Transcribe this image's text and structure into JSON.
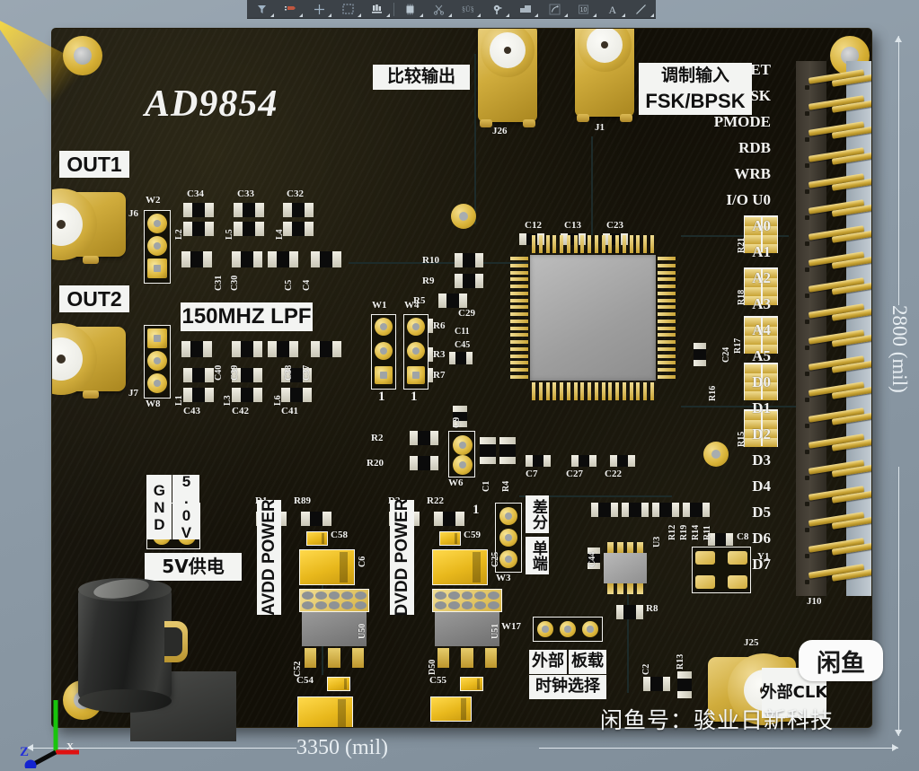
{
  "toolbar": {
    "items": [
      {
        "name": "filter-icon",
        "label": "Filter"
      },
      {
        "name": "mask-icon",
        "label": "Mask"
      },
      {
        "name": "crosshair-icon",
        "label": "Crosshair"
      },
      {
        "name": "selection-box-icon",
        "label": "Area Select"
      },
      {
        "name": "layers-icon",
        "label": "Layers"
      },
      {
        "name": "component-icon",
        "label": "Place Component"
      },
      {
        "name": "scissors-icon",
        "label": "Cut Track"
      },
      {
        "name": "via-icon",
        "label": "Place Via"
      },
      {
        "name": "pad-icon",
        "label": "Place Pad"
      },
      {
        "name": "polygon-icon",
        "label": "Polygon Pour"
      },
      {
        "name": "arc-icon",
        "label": "Arc"
      },
      {
        "name": "dimension-icon",
        "label": "10"
      },
      {
        "name": "text-icon",
        "label": "A"
      },
      {
        "name": "line-icon",
        "label": "Line"
      }
    ]
  },
  "board": {
    "title": "AD9854",
    "labels": {
      "out1": "OUT1",
      "out2": "OUT2",
      "compare_output": "比较输出",
      "modulation_input_cn": "调制输入",
      "modulation_input_en": "FSK/BPSK",
      "lpf": "150MHZ LPF",
      "avdd_power": "AVDD POWER",
      "dvdd_power": "DVDD POWER",
      "gnd": "GND",
      "v50": "5.0V",
      "supply_5v": "5V供电",
      "diff": "差分",
      "single_end": "单端",
      "clock_external": "外部",
      "clock_onboard": "板载",
      "clock_select": "时钟选择",
      "ext_clk": "外部CLK"
    },
    "designators": {
      "connectors": [
        "J26",
        "J1",
        "J6",
        "J7",
        "J10",
        "J25"
      ],
      "jumpers": [
        "W2",
        "W8",
        "W1",
        "W4",
        "W6",
        "W3",
        "W17"
      ],
      "top_caps": [
        "C34",
        "C33",
        "C32"
      ],
      "top_inductors": [
        "L2",
        "L5",
        "L4"
      ],
      "mid_caps": [
        "C31",
        "C30",
        "C5",
        "C4"
      ],
      "low_caps": [
        "C40",
        "C39",
        "C38",
        "C37"
      ],
      "low_inductors": [
        "L1",
        "L3",
        "L6"
      ],
      "bottom_caps": [
        "C43",
        "C42",
        "C41"
      ],
      "ic_top_caps": [
        "C12",
        "C13",
        "C23"
      ],
      "ic_bottom_caps": [
        "C7",
        "C27",
        "C22"
      ],
      "left_resistors": [
        "R10",
        "R9",
        "R5",
        "R6",
        "R3",
        "R7",
        "R2",
        "R20",
        "R4"
      ],
      "left_caps": [
        "C29",
        "C11",
        "C45",
        "C9",
        "C1"
      ],
      "right_resistor_nets": [
        "R21",
        "R18",
        "R17",
        "R16",
        "R15"
      ],
      "right_misc": [
        "C24",
        "I/O U0"
      ],
      "power_left": [
        "D1",
        "R89",
        "C58",
        "C6",
        "U50",
        "C54",
        "C52"
      ],
      "power_right": [
        "D2",
        "R22",
        "C59",
        "C25",
        "U51",
        "C55",
        "D50"
      ],
      "clock_block": [
        "R12",
        "R19",
        "R14",
        "R11",
        "U3",
        "C44",
        "R8",
        "C8",
        "Y1",
        "C2",
        "R13"
      ]
    },
    "header_pins": [
      "MRESET",
      "OSK",
      "PMODE",
      "RDB",
      "WRB",
      "I/O  U0",
      "A0",
      "A1",
      "A2",
      "A3",
      "A4",
      "A5",
      "D0",
      "D1",
      "D2",
      "D3",
      "D4",
      "D5",
      "D6",
      "D7"
    ],
    "dimensions": {
      "width": "3350  (mil)",
      "height": "2800  (mil)"
    },
    "axis": {
      "z": "Z",
      "x": "X"
    }
  },
  "watermark": {
    "text": "闲鱼号：骏业日新科技",
    "badge": "闲鱼"
  },
  "colors": {
    "board": "#120f07",
    "gold": "#d5ae33",
    "silk": "#f2f2f0",
    "accent": "#2430d8"
  }
}
